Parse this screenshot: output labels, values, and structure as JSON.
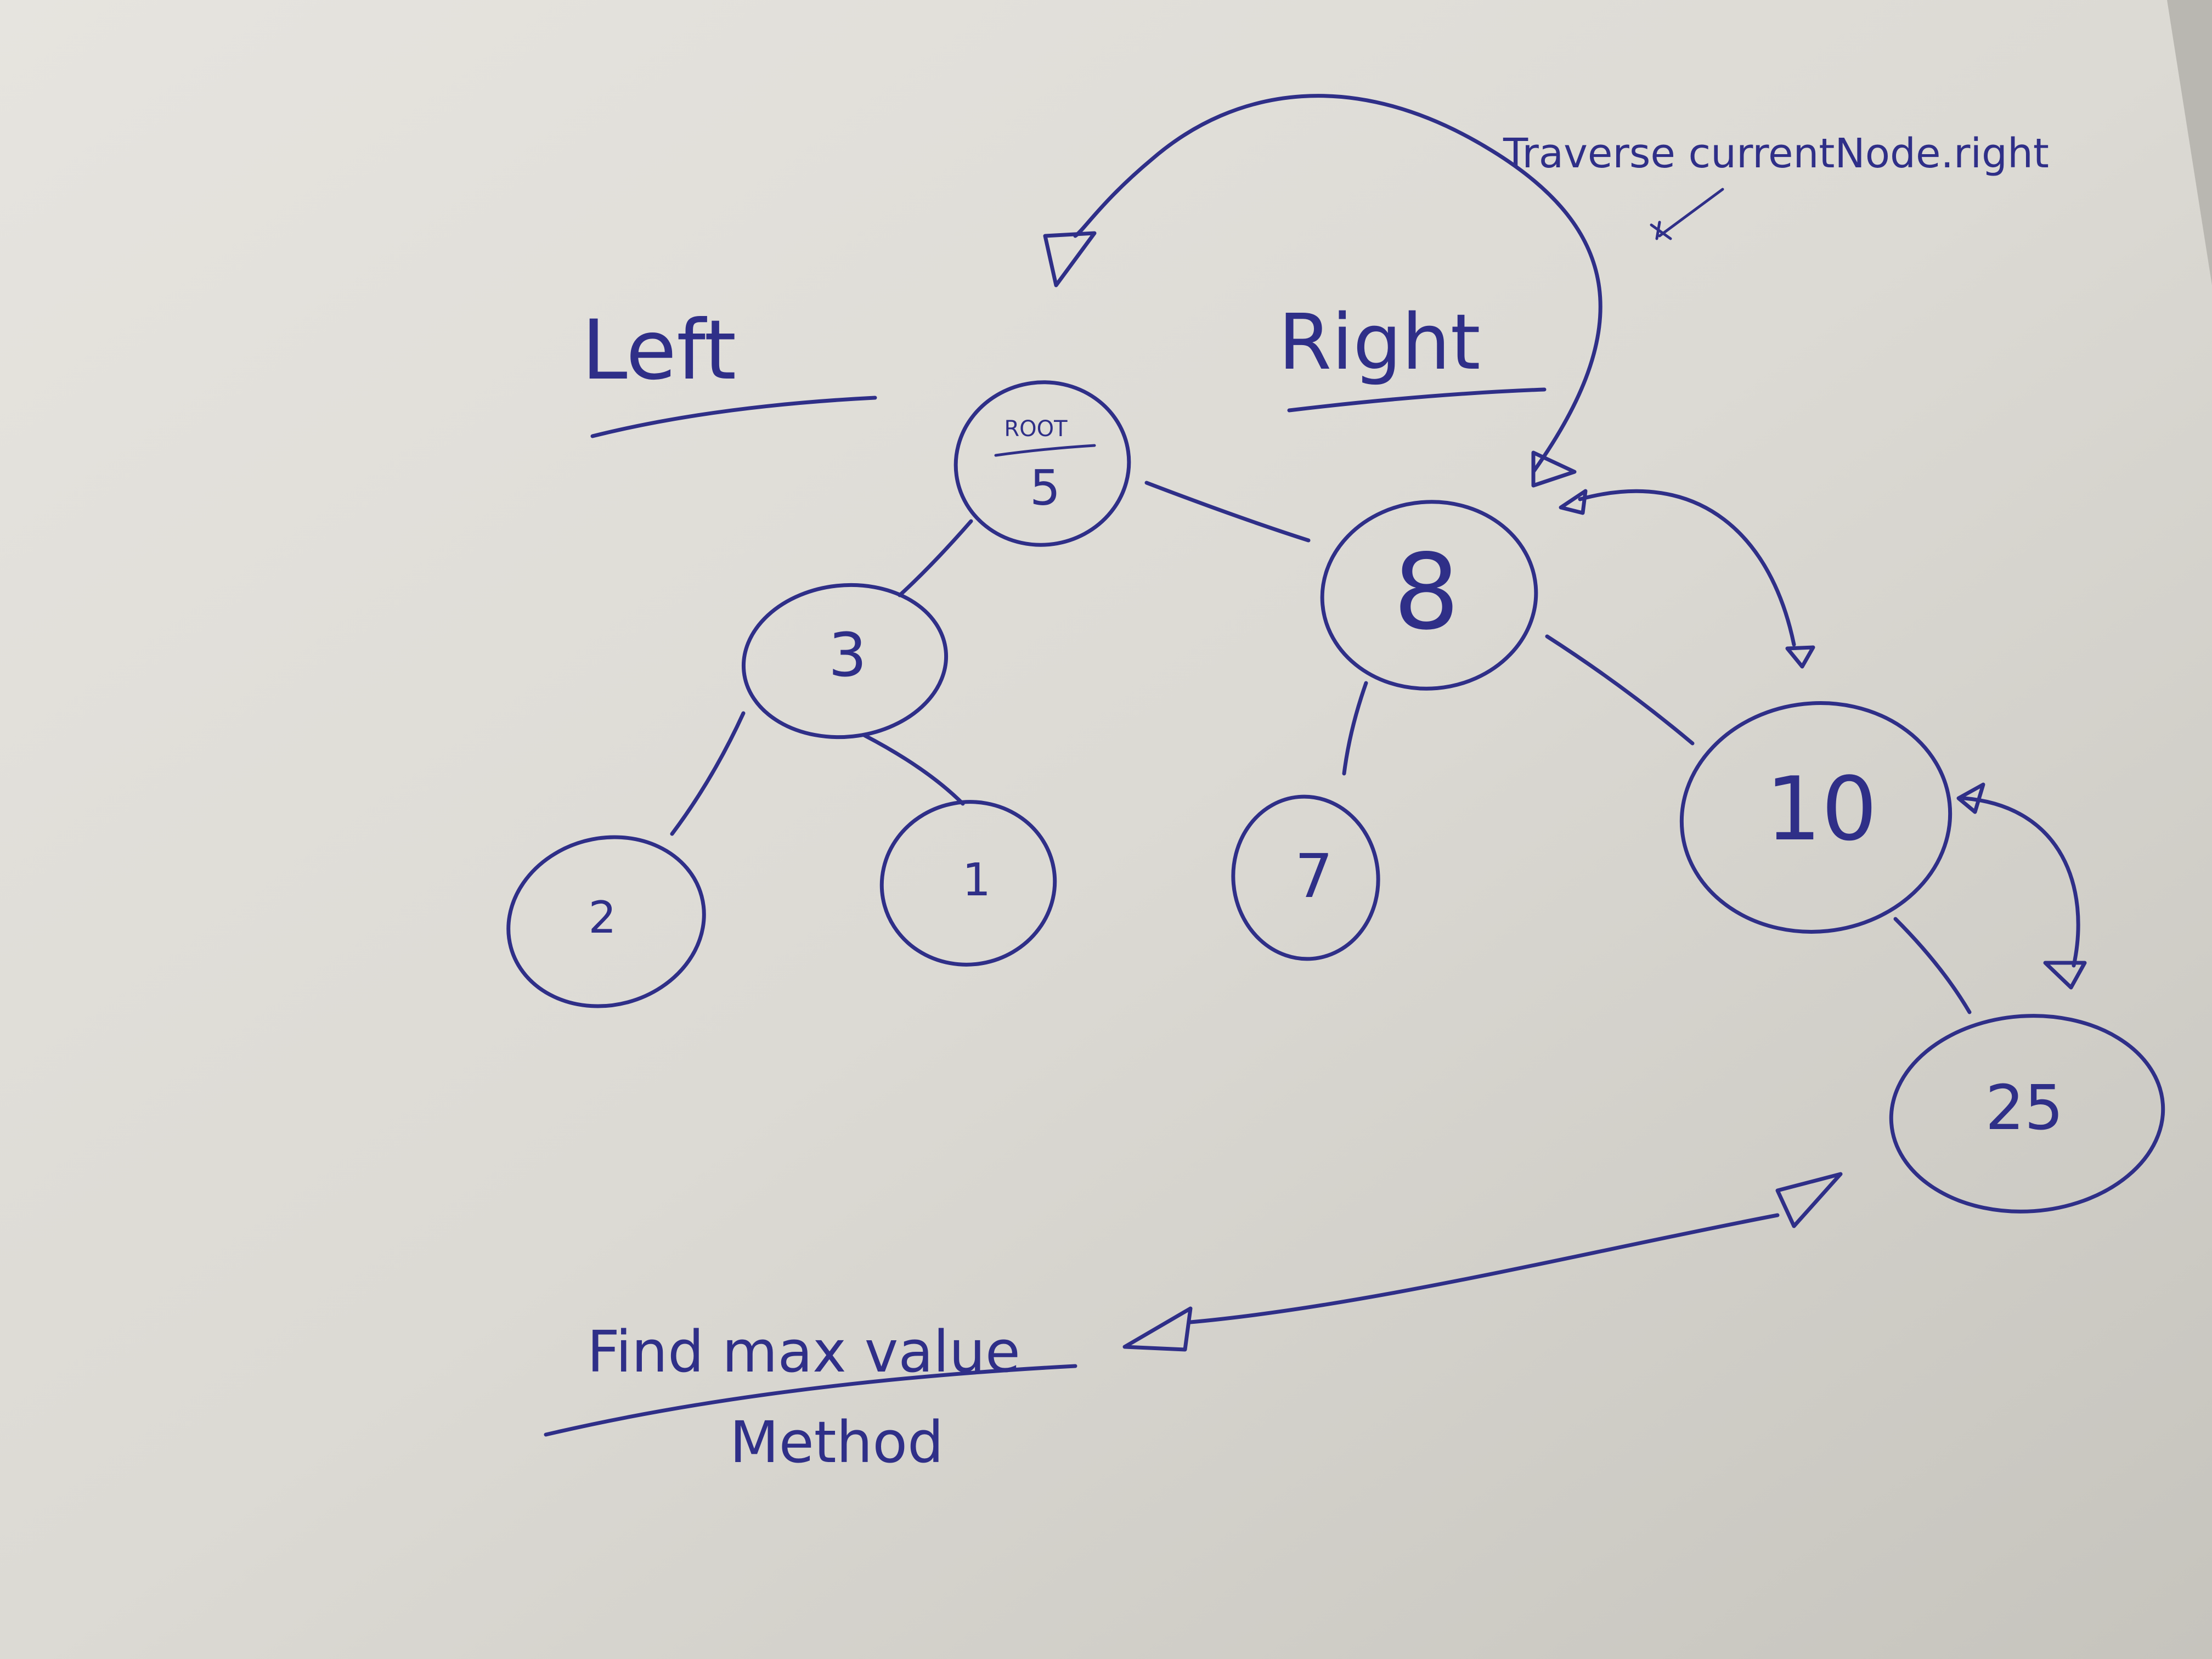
{
  "diagram": {
    "labels": {
      "left": "Left",
      "right": "Right",
      "traverse": "Traverse currentNode.right",
      "find_line1": "Find max value",
      "find_line2": "Method"
    },
    "nodes": [
      {
        "id": "root",
        "value": "5",
        "tag": "ROOT"
      },
      {
        "id": "n3",
        "value": "3"
      },
      {
        "id": "n8",
        "value": "8"
      },
      {
        "id": "n2",
        "value": "2"
      },
      {
        "id": "n1",
        "value": "1"
      },
      {
        "id": "n7",
        "value": "7"
      },
      {
        "id": "n10",
        "value": "10"
      },
      {
        "id": "n25",
        "value": "25"
      }
    ],
    "edges": [
      {
        "from": "root",
        "to": "n3"
      },
      {
        "from": "root",
        "to": "n8"
      },
      {
        "from": "n3",
        "to": "n2"
      },
      {
        "from": "n3",
        "to": "n1"
      },
      {
        "from": "n8",
        "to": "n7"
      },
      {
        "from": "n8",
        "to": "n10"
      },
      {
        "from": "n10",
        "to": "n25"
      }
    ],
    "colors": {
      "ink": "#2f2f88",
      "paper": "#d9d7d1"
    }
  }
}
